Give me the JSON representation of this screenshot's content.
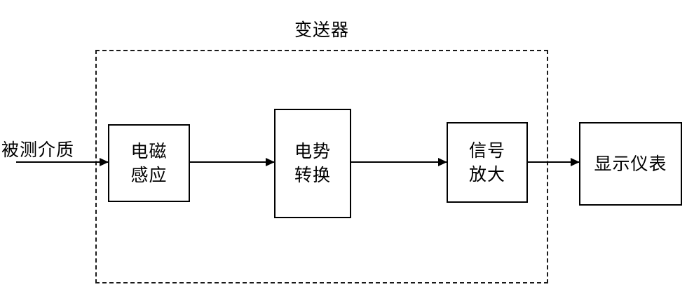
{
  "diagram": {
    "title": "变送器",
    "input_label": "被测介质",
    "enclosure_style": "dashed",
    "line_color": "#000000",
    "background_color": "#ffffff",
    "blocks": [
      {
        "id": "em-induction",
        "line1": "电磁",
        "line2": "感应",
        "inside_enclosure": true
      },
      {
        "id": "potential",
        "line1": "电势",
        "line2": "转换",
        "inside_enclosure": true
      },
      {
        "id": "amplify",
        "line1": "信号",
        "line2": "放大",
        "inside_enclosure": true
      },
      {
        "id": "display-meter",
        "line1": "显示仪表",
        "line2": "",
        "inside_enclosure": false
      }
    ],
    "connections": [
      {
        "id": "medium-to-em",
        "from": "被测介质",
        "to": "电磁感应",
        "style": "arrow"
      },
      {
        "id": "em-to-potential",
        "from": "电磁感应",
        "to": "电势转换",
        "style": "arrow"
      },
      {
        "id": "potential-to-amplify",
        "from": "电势转换",
        "to": "信号放大",
        "style": "arrow"
      },
      {
        "id": "amplify-to-display",
        "from": "信号放大",
        "to": "显示仪表",
        "style": "arrow"
      }
    ]
  }
}
